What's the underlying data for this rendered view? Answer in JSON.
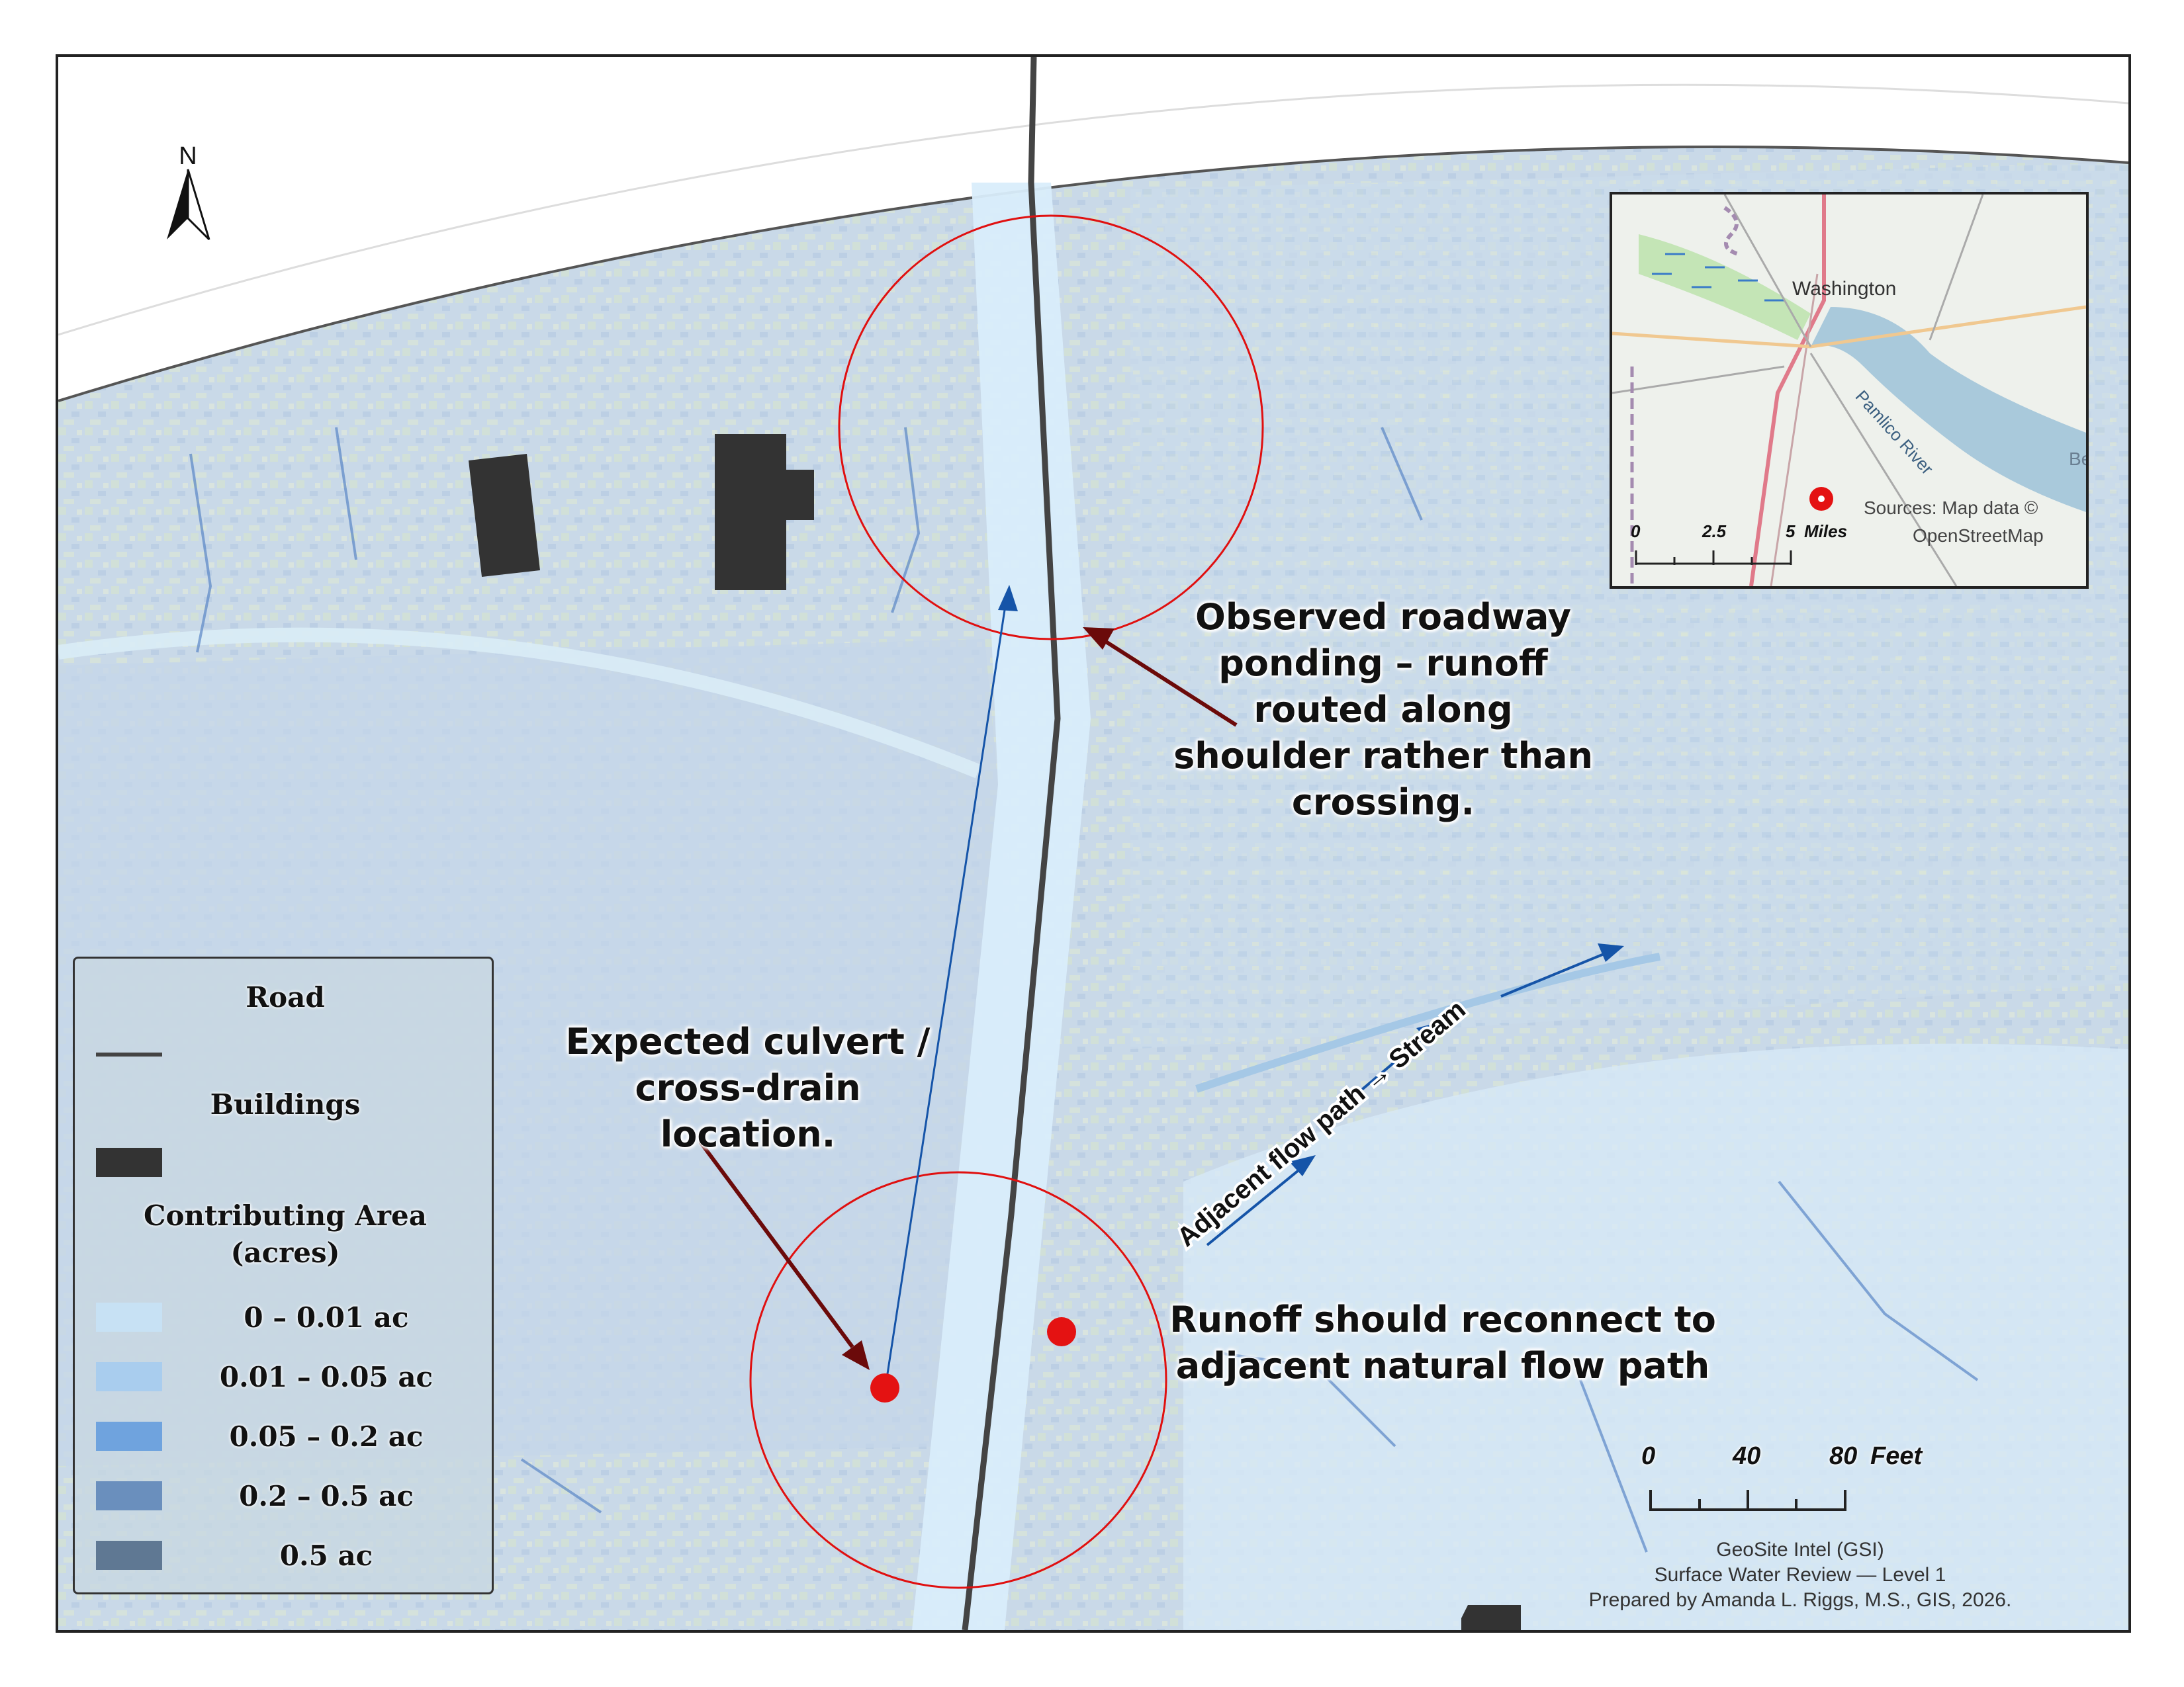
{
  "north_arrow": {
    "label": "N"
  },
  "callouts": {
    "ponding": [
      "Observed roadway",
      "ponding – runoff",
      "routed along",
      "shoulder rather than",
      "crossing."
    ],
    "culvert": [
      "Expected culvert /",
      "cross-drain location."
    ],
    "reconnect": [
      "Runoff should reconnect to",
      "adjacent natural flow path"
    ],
    "flow_path_label": "Adjacent flow path → Stream"
  },
  "legend": {
    "road_title": "Road",
    "buildings_title": "Buildings",
    "contributing_title_line1": "Contributing Area",
    "contributing_title_line2": "(acres)",
    "classes": [
      {
        "label": "0 – 0.01 ac",
        "color": "#c7e1f4"
      },
      {
        "label": "0.01 – 0.05 ac",
        "color": "#a9cdee"
      },
      {
        "label": "0.05 – 0.2 ac",
        "color": "#6fa3de"
      },
      {
        "label": "0.2 – 0.5 ac",
        "color": "#6a8fbd"
      },
      {
        "label": "0.5 ac",
        "color": "#5f7893"
      }
    ],
    "road_color": "#444444",
    "building_color": "#333333"
  },
  "inset": {
    "city": "Washington",
    "river": "Pamlico River",
    "edge_text": "Be",
    "sources_line1": "Sources: Map data ©",
    "sources_line2": "OpenStreetMap",
    "scale_ticks": [
      "0",
      "2.5",
      "5"
    ],
    "scale_unit": "Miles"
  },
  "scale_bar": {
    "ticks": [
      "0",
      "40",
      "80"
    ],
    "unit": "Feet"
  },
  "credits": {
    "line1": "GeoSite Intel (GSI)",
    "line2": "Surface Water Review — Level 1",
    "line3": "Prepared by Amanda L. Riggs, M.S., GIS, 2026."
  },
  "colors": {
    "site_circle": "#e01010",
    "callout_arrow": "#6b0a0a",
    "flow_arrow": "#1554a8",
    "site_marker": "#e41212"
  }
}
